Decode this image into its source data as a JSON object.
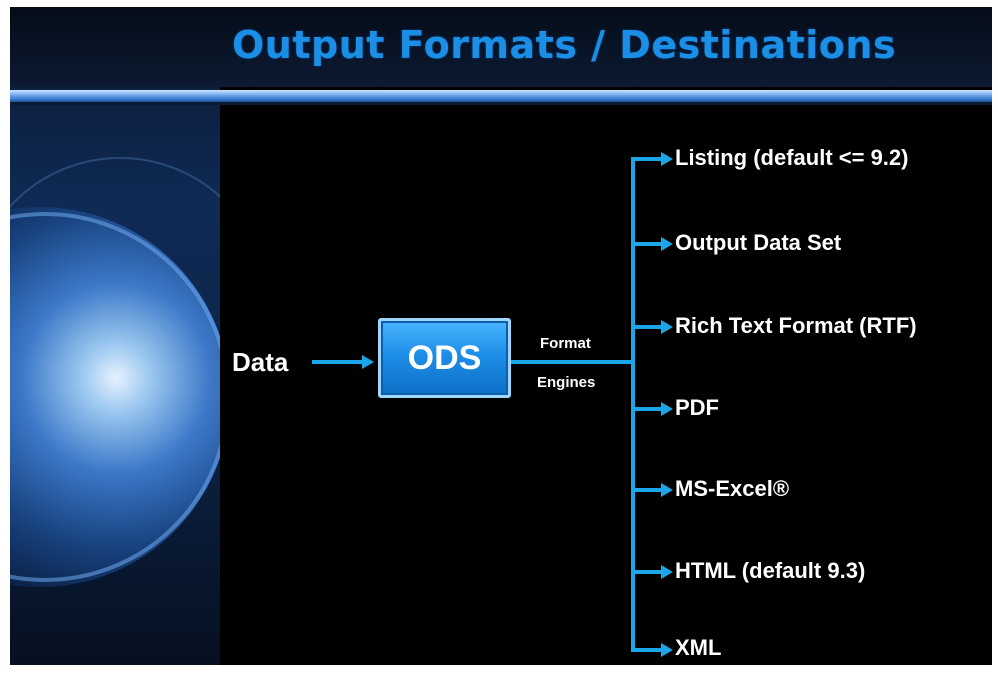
{
  "slide": {
    "title": "Output Formats / Destinations"
  },
  "diagram": {
    "input_label": "Data",
    "engine_box": "ODS",
    "engine_caption_line1": "Format",
    "engine_caption_line2": "Engines",
    "outputs": [
      "Listing (default <= 9.2)",
      "Output Data Set",
      "Rich Text Format (RTF)",
      "PDF",
      "MS-Excel®",
      "HTML (default 9.3)",
      "XML"
    ]
  },
  "colors": {
    "title": "#1b8fe6",
    "connector": "#1aa6e8",
    "box": "#1d8ee8",
    "background": "#000000"
  }
}
